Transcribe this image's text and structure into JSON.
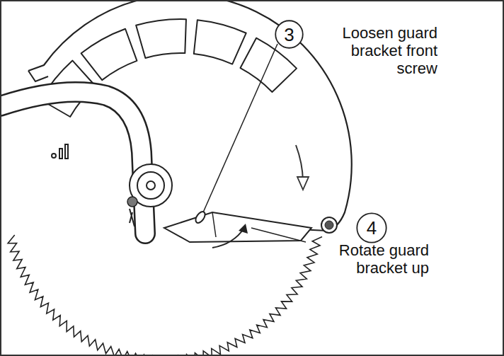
{
  "diagram": {
    "nodes": [
      {
        "text": [
          "3"
        ]
      },
      {
        "text": [
          "4"
        ]
      }
    ],
    "labels": [
      "Loosen guard bracket front screw",
      "Rotate guard bracket up"
    ]
  }
}
